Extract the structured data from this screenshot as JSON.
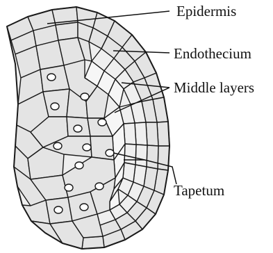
{
  "labels": {
    "epidermis": "Epidermis",
    "endothecium": "Endothecium",
    "middle_layers": "Middle layers",
    "tapetum": "Tapetum"
  }
}
